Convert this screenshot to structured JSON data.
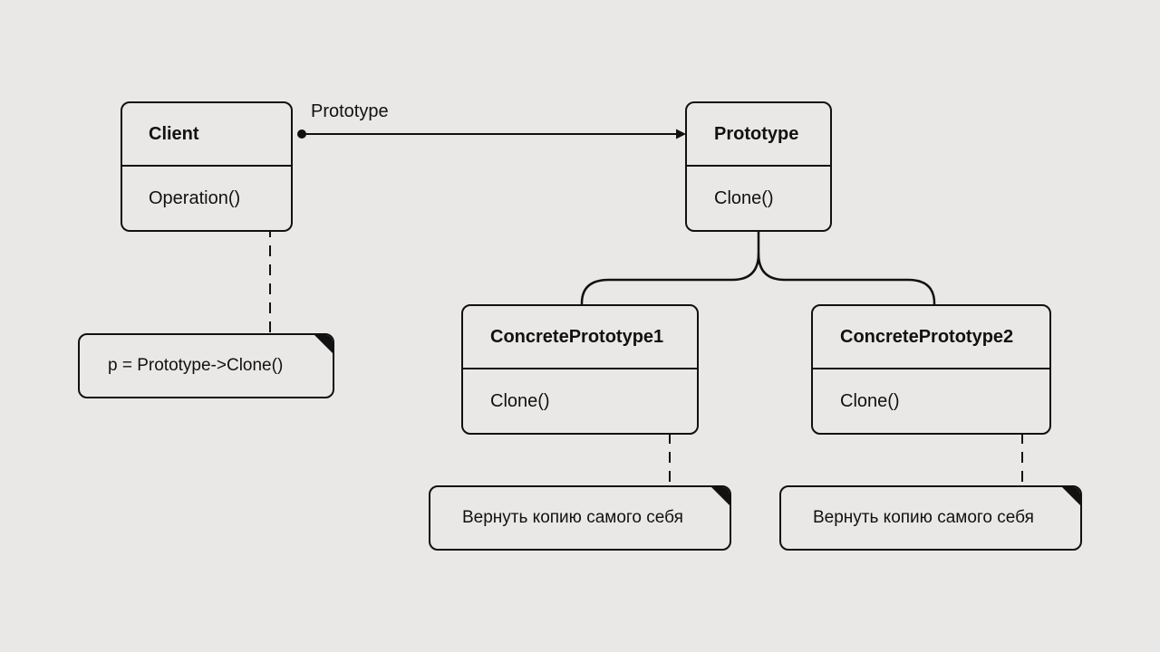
{
  "colors": {
    "background": "#e9e8e6",
    "ink": "#111111"
  },
  "classes": {
    "client": {
      "name": "Client",
      "method": "Operation()"
    },
    "prototype": {
      "name": "Prototype",
      "method": "Clone()"
    },
    "concrete1": {
      "name": "ConcretePrototype1",
      "method": "Clone()"
    },
    "concrete2": {
      "name": "ConcretePrototype2",
      "method": "Clone()"
    }
  },
  "edges": {
    "client_to_prototype": {
      "label": "Prototype"
    }
  },
  "notes": {
    "client_note": "p = Prototype->Clone()",
    "concrete1_note": "Вернуть копию самого себя",
    "concrete2_note": "Вернуть копию самого себя"
  }
}
